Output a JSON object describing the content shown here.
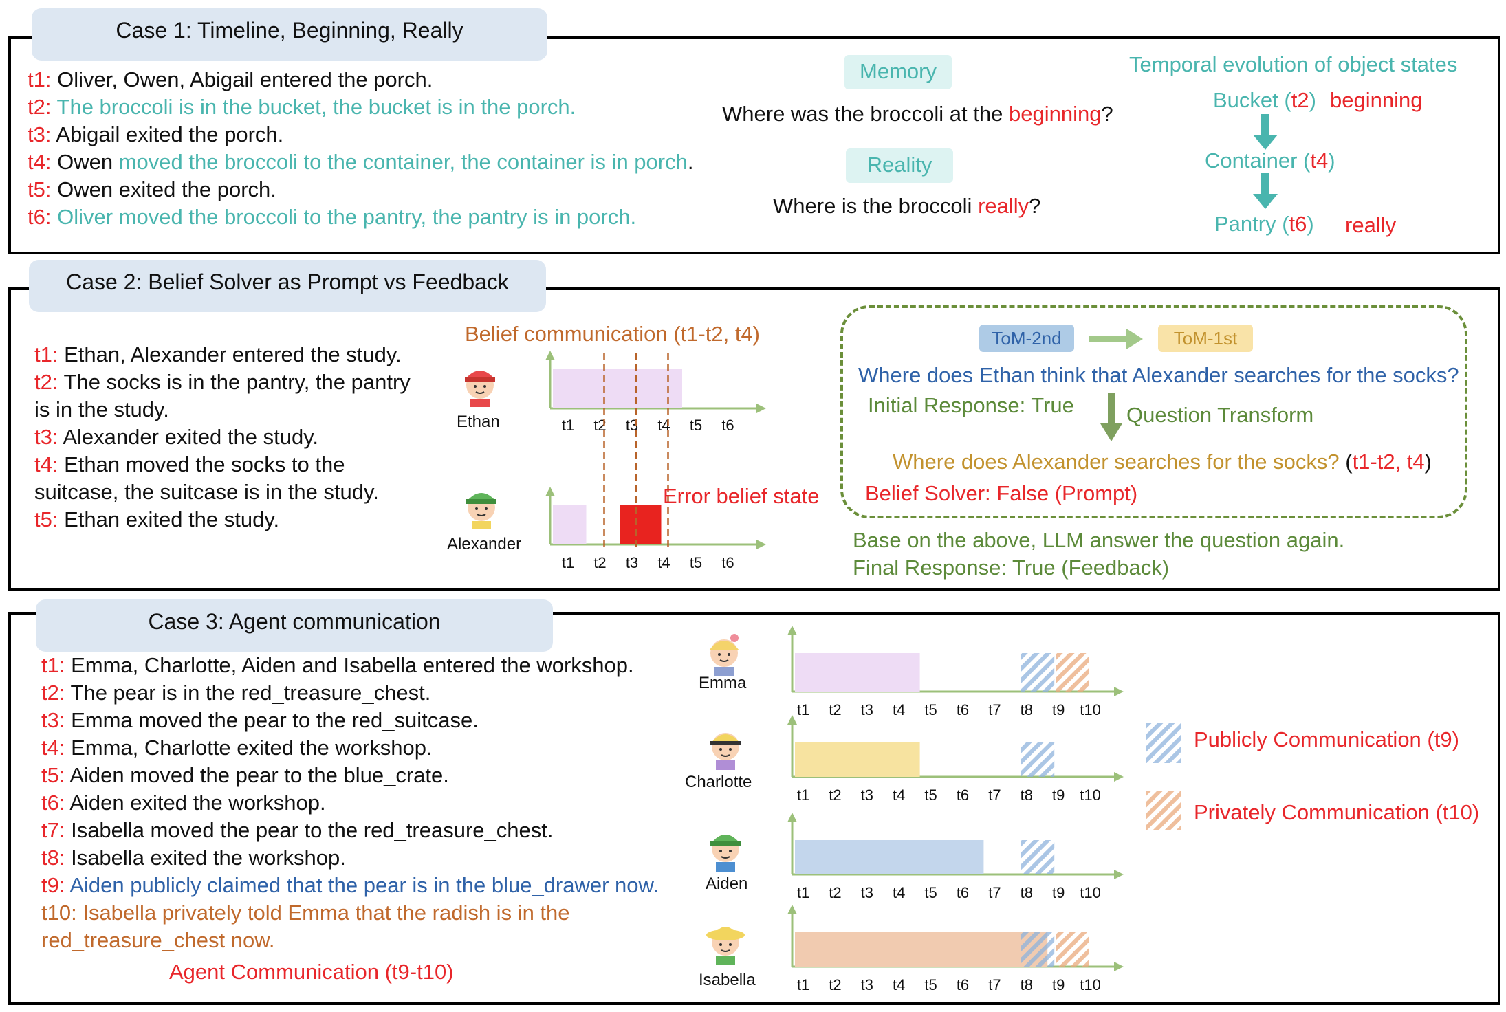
{
  "case1": {
    "title": "Case 1: Timeline, Beginning, Really",
    "lines": [
      {
        "t": "t1:",
        "plain": " Oliver, Owen, Abigail entered the porch.",
        "teal": ""
      },
      {
        "t": "t2:",
        "plain": "",
        "teal": " The broccoli is in the bucket, the bucket is in the porch."
      },
      {
        "t": "t3:",
        "plain": " Abigail exited the porch.",
        "teal": ""
      },
      {
        "t": "t4:",
        "plain": " Owen",
        "teal": " moved the broccoli to the container, the container is in porch",
        "after": "."
      },
      {
        "t": "t5:",
        "plain": " Owen exited the porch.",
        "teal": ""
      },
      {
        "t": "t6:",
        "plain": "",
        "teal": " Oliver moved the broccoli to the pantry, the pantry is in porch."
      }
    ],
    "memory_label": "Memory",
    "memory_q_prefix": "Where was the broccoli at the ",
    "memory_q_key": "beginning",
    "memory_q_suffix": "?",
    "reality_label": "Reality",
    "reality_q_prefix": "Where is the broccoli ",
    "reality_q_key": "really",
    "reality_q_suffix": "?",
    "evo_title": "Temporal evolution of object states",
    "evo": [
      {
        "name": "Bucket (",
        "t": "t2",
        "close": ")",
        "tag": "beginning"
      },
      {
        "name": "Container (",
        "t": "t4",
        "close": ")",
        "tag": ""
      },
      {
        "name": "Pantry (",
        "t": "t6",
        "close": ")",
        "tag": "really"
      }
    ]
  },
  "case2": {
    "title": "Case 2: Belief Solver as Prompt vs Feedback",
    "lines": [
      {
        "t": "t1:",
        "text": " Ethan, Alexander entered the study."
      },
      {
        "t": "t2:",
        "text": " The socks is in the pantry, the pantry"
      },
      {
        "t": "",
        "text": "is in the study."
      },
      {
        "t": "t3:",
        "text": " Alexander exited the study."
      },
      {
        "t": "t4:",
        "text": " Ethan moved the socks to the"
      },
      {
        "t": "",
        "text": "suitcase, the suitcase is in the study."
      },
      {
        "t": "t5:",
        "text": " Ethan exited the study."
      }
    ],
    "belief_comm": "Belief communication (t1-t2, t4)",
    "agents": [
      "Ethan",
      "Alexander"
    ],
    "ticks": [
      "t1",
      "t2",
      "t3",
      "t4",
      "t5",
      "t6"
    ],
    "error_label": "Error belief state",
    "tom2": "ToM-2nd",
    "tom1": "ToM-1st",
    "question": "Where does Ethan think that Alexander searches for the socks?",
    "initial": "Initial Response: True",
    "transform": "Question Transform",
    "q2": "Where does Alexander searches for the socks?",
    "q2_range_open": " (",
    "q2_range": "t1-t2, t4",
    "q2_range_close": ")",
    "solver": "Belief Solver: False (Prompt)",
    "again": "Base on the above, LLM answer the question again.",
    "final": "Final Response: True (Feedback)",
    "colors": {
      "ethan_bar": "#eedcf5",
      "alex_bar": "#eedcf5",
      "error_bar": "#e8231f"
    }
  },
  "case3": {
    "title": "Case 3: Agent communication",
    "lines": [
      {
        "t": "t1:",
        "text": " Emma, Charlotte, Aiden and Isabella entered the workshop.",
        "cls": ""
      },
      {
        "t": "t2:",
        "text": " The pear is in the red_treasure_chest.",
        "cls": ""
      },
      {
        "t": "t3:",
        "text": " Emma moved the pear to the red_suitcase.",
        "cls": ""
      },
      {
        "t": "t4:",
        "text": " Emma, Charlotte exited the workshop.",
        "cls": ""
      },
      {
        "t": "t5:",
        "text": " Aiden moved the pear to the blue_crate.",
        "cls": ""
      },
      {
        "t": "t6:",
        "text": " Aiden exited the workshop.",
        "cls": ""
      },
      {
        "t": "t7:",
        "text": " Isabella moved the pear to the red_treasure_chest.",
        "cls": ""
      },
      {
        "t": "t8:",
        "text": " Isabella exited the workshop.",
        "cls": ""
      },
      {
        "t": "t9:",
        "text": " Aiden publicly claimed that the pear is in the blue_drawer now.",
        "cls": "blue"
      },
      {
        "t": "t10:",
        "text": " Isabella privately told Emma that the radish is in the",
        "cls": "orange"
      },
      {
        "t": "",
        "text": "red_treasure_chest now.",
        "cls": "orange"
      }
    ],
    "comm_label": "Agent Communication (t9-t10)",
    "agents": [
      "Emma",
      "Charlotte",
      "Aiden",
      "Isabella"
    ],
    "ticks": [
      "t1",
      "t2",
      "t3",
      "t4",
      "t5",
      "t6",
      "t7",
      "t8",
      "t9",
      "t10"
    ],
    "legend_public": "Publicly Communication (t9)",
    "legend_private": "Privately Communication (t10)",
    "colors": {
      "emma": "#eedcf5",
      "charlotte": "#f7e3a0",
      "aiden": "#c3d6ec",
      "isabella": "#f1cbb0",
      "public": "#8fb3dc",
      "private": "#e9a97c"
    }
  }
}
